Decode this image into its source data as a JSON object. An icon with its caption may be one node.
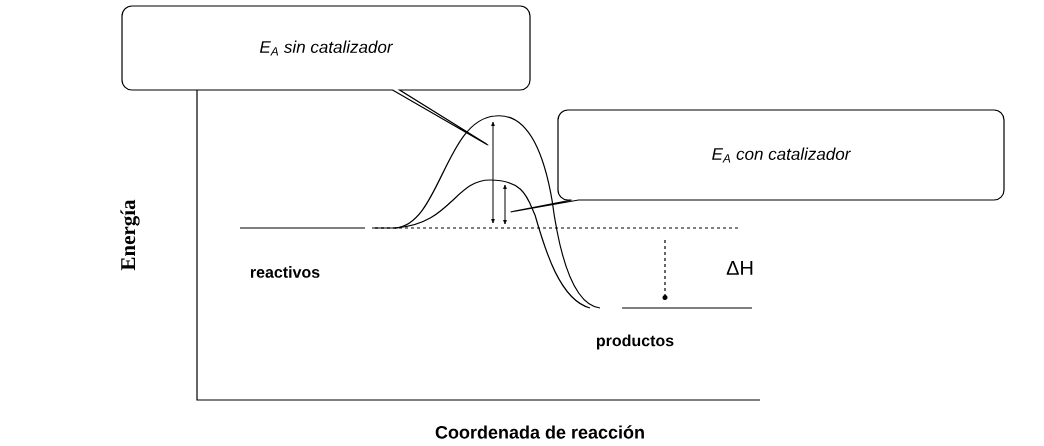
{
  "diagram": {
    "nodes": [
      {
        "text": [
          "E$_{A}$ sin catalizador"
        ]
      },
      {
        "text": [
          "E$_{A}$ con catalizador"
        ]
      }
    ],
    "labels": [
      "Energía",
      "reactivos",
      "ΔH",
      "productos",
      "Coordenada de reacción"
    ]
  }
}
